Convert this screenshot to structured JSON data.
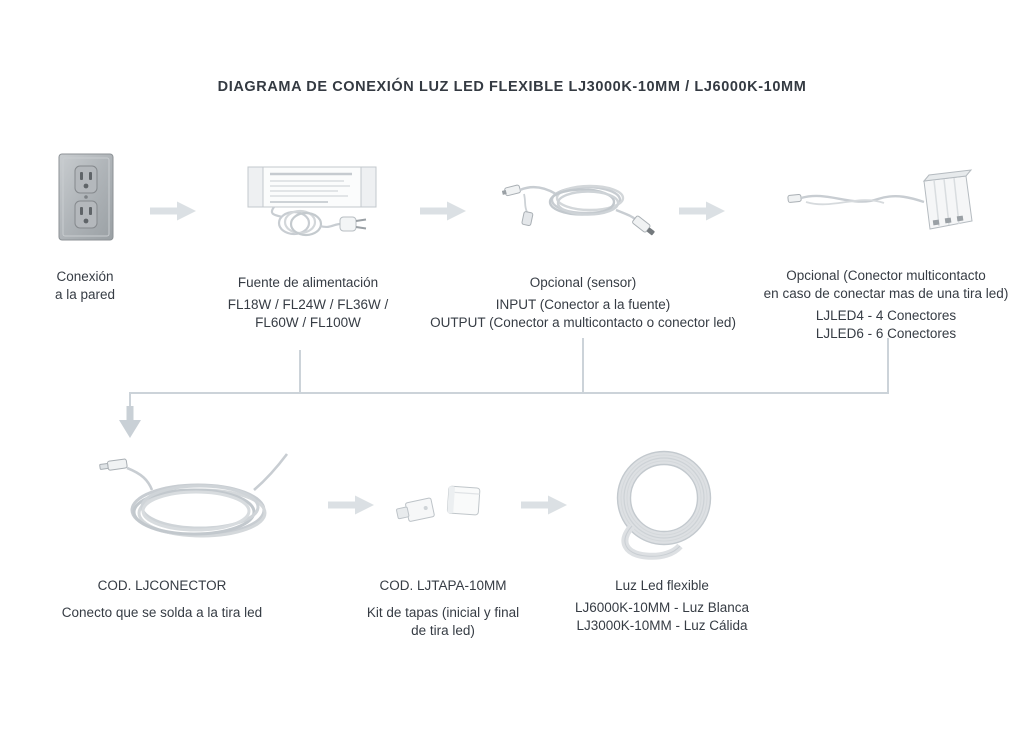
{
  "title": "DIAGRAMA DE CONEXIÓN LUZ LED FLEXIBLE LJ3000K-10MM / LJ6000K-10MM",
  "colors": {
    "text": "#363c44",
    "arrow": "#dbe0e4",
    "connector_line": "#ccd3d9",
    "drawing_stroke": "#c8cdd2"
  },
  "icons": {
    "arrow_right": "arrow-right-icon",
    "arrow_down": "arrow-down-icon"
  },
  "top_row": {
    "wall_outlet": {
      "figure": "wall-outlet-photo",
      "lines": [
        "Conexión",
        "a la pared"
      ]
    },
    "power_supply": {
      "figure": "power-supply-photo",
      "title": "Fuente de alimentación",
      "models": [
        "FL18W / FL24W / FL36W /",
        "FL60W / FL100W"
      ]
    },
    "sensor": {
      "figure": "sensor-cable-photo",
      "title": "Opcional (sensor)",
      "input_line": "INPUT (Conector a la fuente)",
      "output_line": "OUTPUT (Conector a multicontacto o conector led)"
    },
    "multicontact": {
      "figure": "multicontact-connector-photo",
      "title_lines": [
        "Opcional (Conector multicontacto",
        "en caso de conectar mas de una tira led)"
      ],
      "options": [
        "LJLED4 - 4 Conectores",
        "LJLED6 - 6 Conectores"
      ]
    }
  },
  "bottom_row": {
    "connector": {
      "figure": "solder-connector-photo",
      "code": "COD. LJCONECTOR",
      "description": "Conecto que se solda a la tira led"
    },
    "caps": {
      "figure": "end-caps-photo",
      "code": "COD. LJTAPA-10MM",
      "description_lines": [
        "Kit de tapas (inicial y final",
        "de tira led)"
      ]
    },
    "led_strip": {
      "figure": "led-strip-coil-photo",
      "title": "Luz Led flexible",
      "options": [
        "LJ6000K-10MM - Luz Blanca",
        "LJ3000K-10MM - Luz Cálida"
      ]
    }
  }
}
